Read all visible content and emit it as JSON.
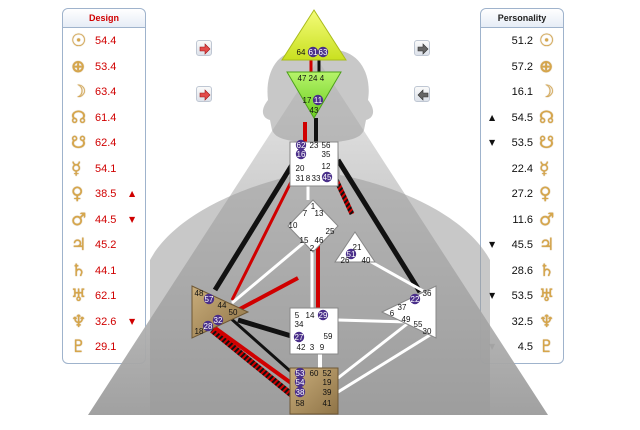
{
  "design": {
    "title": "Design",
    "rows": [
      {
        "icon": "sun-icon",
        "glyph": "☉",
        "value": "54.4",
        "arrow": ""
      },
      {
        "icon": "earth-icon",
        "glyph": "⊕",
        "value": "53.4",
        "arrow": ""
      },
      {
        "icon": "moon-icon",
        "glyph": "☽",
        "value": "63.4",
        "arrow": ""
      },
      {
        "icon": "north-node-icon",
        "glyph": "☊",
        "value": "61.4",
        "arrow": ""
      },
      {
        "icon": "south-node-icon",
        "glyph": "☋",
        "value": "62.4",
        "arrow": ""
      },
      {
        "icon": "mercury-icon",
        "glyph": "☿",
        "value": "54.1",
        "arrow": ""
      },
      {
        "icon": "venus-icon",
        "glyph": "♀",
        "value": "38.5",
        "arrow": "▲"
      },
      {
        "icon": "mars-icon",
        "glyph": "♂",
        "value": "44.5",
        "arrow": "▼"
      },
      {
        "icon": "jupiter-icon",
        "glyph": "♃",
        "value": "45.2",
        "arrow": ""
      },
      {
        "icon": "saturn-icon",
        "glyph": "♄",
        "value": "44.1",
        "arrow": ""
      },
      {
        "icon": "uranus-icon",
        "glyph": "♅",
        "value": "62.1",
        "arrow": ""
      },
      {
        "icon": "neptune-icon",
        "glyph": "♆",
        "value": "32.6",
        "arrow": "▼"
      },
      {
        "icon": "pluto-icon",
        "glyph": "♇",
        "value": "29.1",
        "arrow": ""
      }
    ]
  },
  "personality": {
    "title": "Personality",
    "rows": [
      {
        "icon": "sun-icon",
        "glyph": "☉",
        "value": "51.2",
        "arrow": ""
      },
      {
        "icon": "earth-icon",
        "glyph": "⊕",
        "value": "57.2",
        "arrow": ""
      },
      {
        "icon": "moon-icon",
        "glyph": "☽",
        "value": "16.1",
        "arrow": ""
      },
      {
        "icon": "north-node-icon",
        "glyph": "☊",
        "value": "54.5",
        "arrow": "▲"
      },
      {
        "icon": "south-node-icon",
        "glyph": "☋",
        "value": "53.5",
        "arrow": "▼"
      },
      {
        "icon": "mercury-icon",
        "glyph": "☿",
        "value": "22.4",
        "arrow": ""
      },
      {
        "icon": "venus-icon",
        "glyph": "♀",
        "value": "27.2",
        "arrow": ""
      },
      {
        "icon": "mars-icon",
        "glyph": "♂",
        "value": "11.6",
        "arrow": ""
      },
      {
        "icon": "jupiter-icon",
        "glyph": "♃",
        "value": "45.5",
        "arrow": "▼"
      },
      {
        "icon": "saturn-icon",
        "glyph": "♄",
        "value": "28.6",
        "arrow": ""
      },
      {
        "icon": "uranus-icon",
        "glyph": "♅",
        "value": "53.5",
        "arrow": "▼"
      },
      {
        "icon": "neptune-icon",
        "glyph": "♆",
        "value": "32.5",
        "arrow": ""
      },
      {
        "icon": "pluto-icon",
        "glyph": "♇",
        "value": "4.5",
        "arrow": "▼"
      }
    ]
  },
  "colors": {
    "design_red": "#d00000",
    "head_yellow": "#d8ec2e",
    "ajna_green": "#8ee03c",
    "motor_brown": "#a58a5a",
    "activated_gate": "#4a2f8a"
  },
  "bodygraph": {
    "gates": [
      {
        "id": "g64",
        "label": "64",
        "active": false
      },
      {
        "id": "g61",
        "label": "61",
        "active": true
      },
      {
        "id": "g63",
        "label": "63",
        "active": true
      },
      {
        "id": "g47",
        "label": "47",
        "active": false
      },
      {
        "id": "g24",
        "label": "24",
        "active": false
      },
      {
        "id": "g4",
        "label": "4",
        "active": false
      },
      {
        "id": "g17",
        "label": "17",
        "active": false
      },
      {
        "id": "g11",
        "label": "11",
        "active": true
      },
      {
        "id": "g43",
        "label": "43",
        "active": false
      },
      {
        "id": "g62",
        "label": "62",
        "active": true
      },
      {
        "id": "g23",
        "label": "23",
        "active": false
      },
      {
        "id": "g56",
        "label": "56",
        "active": false
      },
      {
        "id": "g16",
        "label": "16",
        "active": true
      },
      {
        "id": "g35",
        "label": "35",
        "active": false
      },
      {
        "id": "g12",
        "label": "12",
        "active": false
      },
      {
        "id": "g20",
        "label": "20",
        "active": false
      },
      {
        "id": "g45",
        "label": "45",
        "active": true
      },
      {
        "id": "g31",
        "label": "31",
        "active": false
      },
      {
        "id": "g8",
        "label": "8",
        "active": false
      },
      {
        "id": "g33",
        "label": "33",
        "active": false
      },
      {
        "id": "g1",
        "label": "1",
        "active": false
      },
      {
        "id": "g7",
        "label": "7",
        "active": false
      },
      {
        "id": "g13",
        "label": "13",
        "active": false
      },
      {
        "id": "g10",
        "label": "10",
        "active": false
      },
      {
        "id": "g25",
        "label": "25",
        "active": false
      },
      {
        "id": "g15",
        "label": "15",
        "active": false
      },
      {
        "id": "g46",
        "label": "46",
        "active": false
      },
      {
        "id": "g2",
        "label": "2",
        "active": false
      },
      {
        "id": "g21",
        "label": "21",
        "active": false
      },
      {
        "id": "g51",
        "label": "51",
        "active": true
      },
      {
        "id": "g26",
        "label": "26",
        "active": false
      },
      {
        "id": "g40",
        "label": "40",
        "active": false
      },
      {
        "id": "g48",
        "label": "48",
        "active": false
      },
      {
        "id": "g57",
        "label": "57",
        "active": true
      },
      {
        "id": "g44",
        "label": "44",
        "active": false
      },
      {
        "id": "g50",
        "label": "50",
        "active": false
      },
      {
        "id": "g32",
        "label": "32",
        "active": true
      },
      {
        "id": "g28",
        "label": "28",
        "active": true
      },
      {
        "id": "g18",
        "label": "18",
        "active": false
      },
      {
        "id": "g5",
        "label": "5",
        "active": false
      },
      {
        "id": "g14",
        "label": "14",
        "active": false
      },
      {
        "id": "g29",
        "label": "29",
        "active": true
      },
      {
        "id": "g34",
        "label": "34",
        "active": false
      },
      {
        "id": "g27",
        "label": "27",
        "active": true
      },
      {
        "id": "g59",
        "label": "59",
        "active": false
      },
      {
        "id": "g42",
        "label": "42",
        "active": false
      },
      {
        "id": "g3",
        "label": "3",
        "active": false
      },
      {
        "id": "g9",
        "label": "9",
        "active": false
      },
      {
        "id": "g36",
        "label": "36",
        "active": false
      },
      {
        "id": "g22",
        "label": "22",
        "active": true
      },
      {
        "id": "g37",
        "label": "37",
        "active": false
      },
      {
        "id": "g6",
        "label": "6",
        "active": false
      },
      {
        "id": "g49",
        "label": "49",
        "active": false
      },
      {
        "id": "g55",
        "label": "55",
        "active": false
      },
      {
        "id": "g30",
        "label": "30",
        "active": false
      },
      {
        "id": "g53",
        "label": "53",
        "active": true
      },
      {
        "id": "g60",
        "label": "60",
        "active": false
      },
      {
        "id": "g52",
        "label": "52",
        "active": false
      },
      {
        "id": "g54",
        "label": "54",
        "active": true
      },
      {
        "id": "g19",
        "label": "19",
        "active": false
      },
      {
        "id": "g38",
        "label": "38",
        "active": true
      },
      {
        "id": "g39",
        "label": "39",
        "active": false
      },
      {
        "id": "g58",
        "label": "58",
        "active": false
      },
      {
        "id": "g41",
        "label": "41",
        "active": false
      }
    ]
  }
}
